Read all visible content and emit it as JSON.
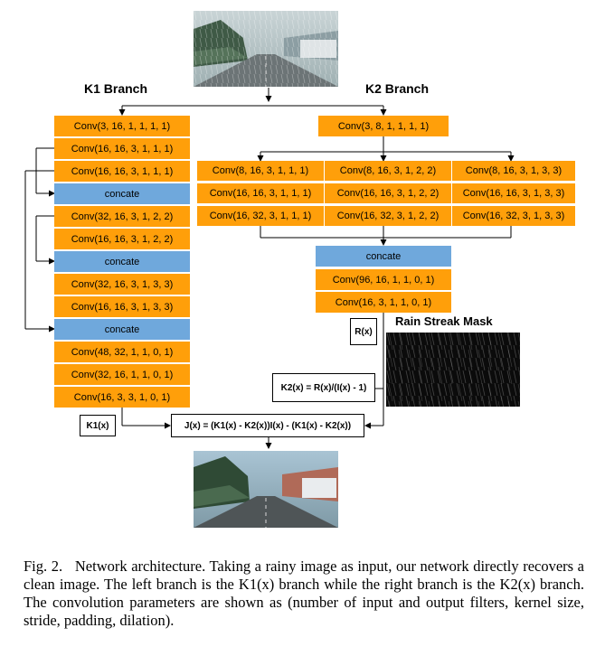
{
  "k1": {
    "title": "K1 Branch",
    "layers": [
      "Conv(3, 16, 1, 1, 1, 1)",
      "Conv(16, 16, 3, 1, 1, 1)",
      "Conv(16, 16, 3, 1, 1, 1)",
      "concate",
      "Conv(32, 16, 3, 1, 2, 2)",
      "Conv(16, 16, 3, 1, 2, 2)",
      "concate",
      "Conv(32, 16, 3, 1, 3, 3)",
      "Conv(16, 16, 3, 1, 3, 3)",
      "concate",
      "Conv(48, 32, 1, 1, 0, 1)",
      "Conv(32, 16, 1, 1, 0, 1)",
      "Conv(16, 3, 3, 1, 0, 1)"
    ],
    "output": "K1(x)"
  },
  "k2": {
    "title": "K2 Branch",
    "stem": "Conv(3, 8, 1, 1, 1, 1)",
    "columns": [
      [
        "Conv(8, 16, 3, 1, 1, 1)",
        "Conv(16, 16, 3, 1, 1, 1)",
        "Conv(16, 32, 3, 1, 1, 1)"
      ],
      [
        "Conv(8, 16, 3, 1, 2, 2)",
        "Conv(16, 16, 3, 1, 2, 2)",
        "Conv(16, 32, 3, 1, 2, 2)"
      ],
      [
        "Conv(8, 16, 3, 1, 3, 3)",
        "Conv(16, 16, 3, 1, 3, 3)",
        "Conv(16, 32, 3, 1, 3, 3)"
      ]
    ],
    "concat": "concate",
    "post": [
      "Conv(96, 16, 1, 1, 0, 1)",
      "Conv(16, 3, 1, 1, 0, 1)"
    ],
    "output": "R(x)",
    "formula": "K2(x) = R(x)/(I(x) - 1)",
    "mask_label": "Rain Streak Mask"
  },
  "final_formula": "J(x) = (K1(x) - K2(x))I(x) - (K1(x) - K2(x))",
  "caption": {
    "label": "Fig. 2.",
    "text": "Network architecture. Taking a rainy image as input, our network directly recovers a clean image. The left branch is the K1(x) branch while the right branch is the K2(x) branch. The convolution parameters are shown as (number of input and output filters, kernel size, stride, padding, dilation)."
  },
  "colors": {
    "conv": "#ff9f0a",
    "concat": "#6fa8dc",
    "line": "#000000"
  }
}
